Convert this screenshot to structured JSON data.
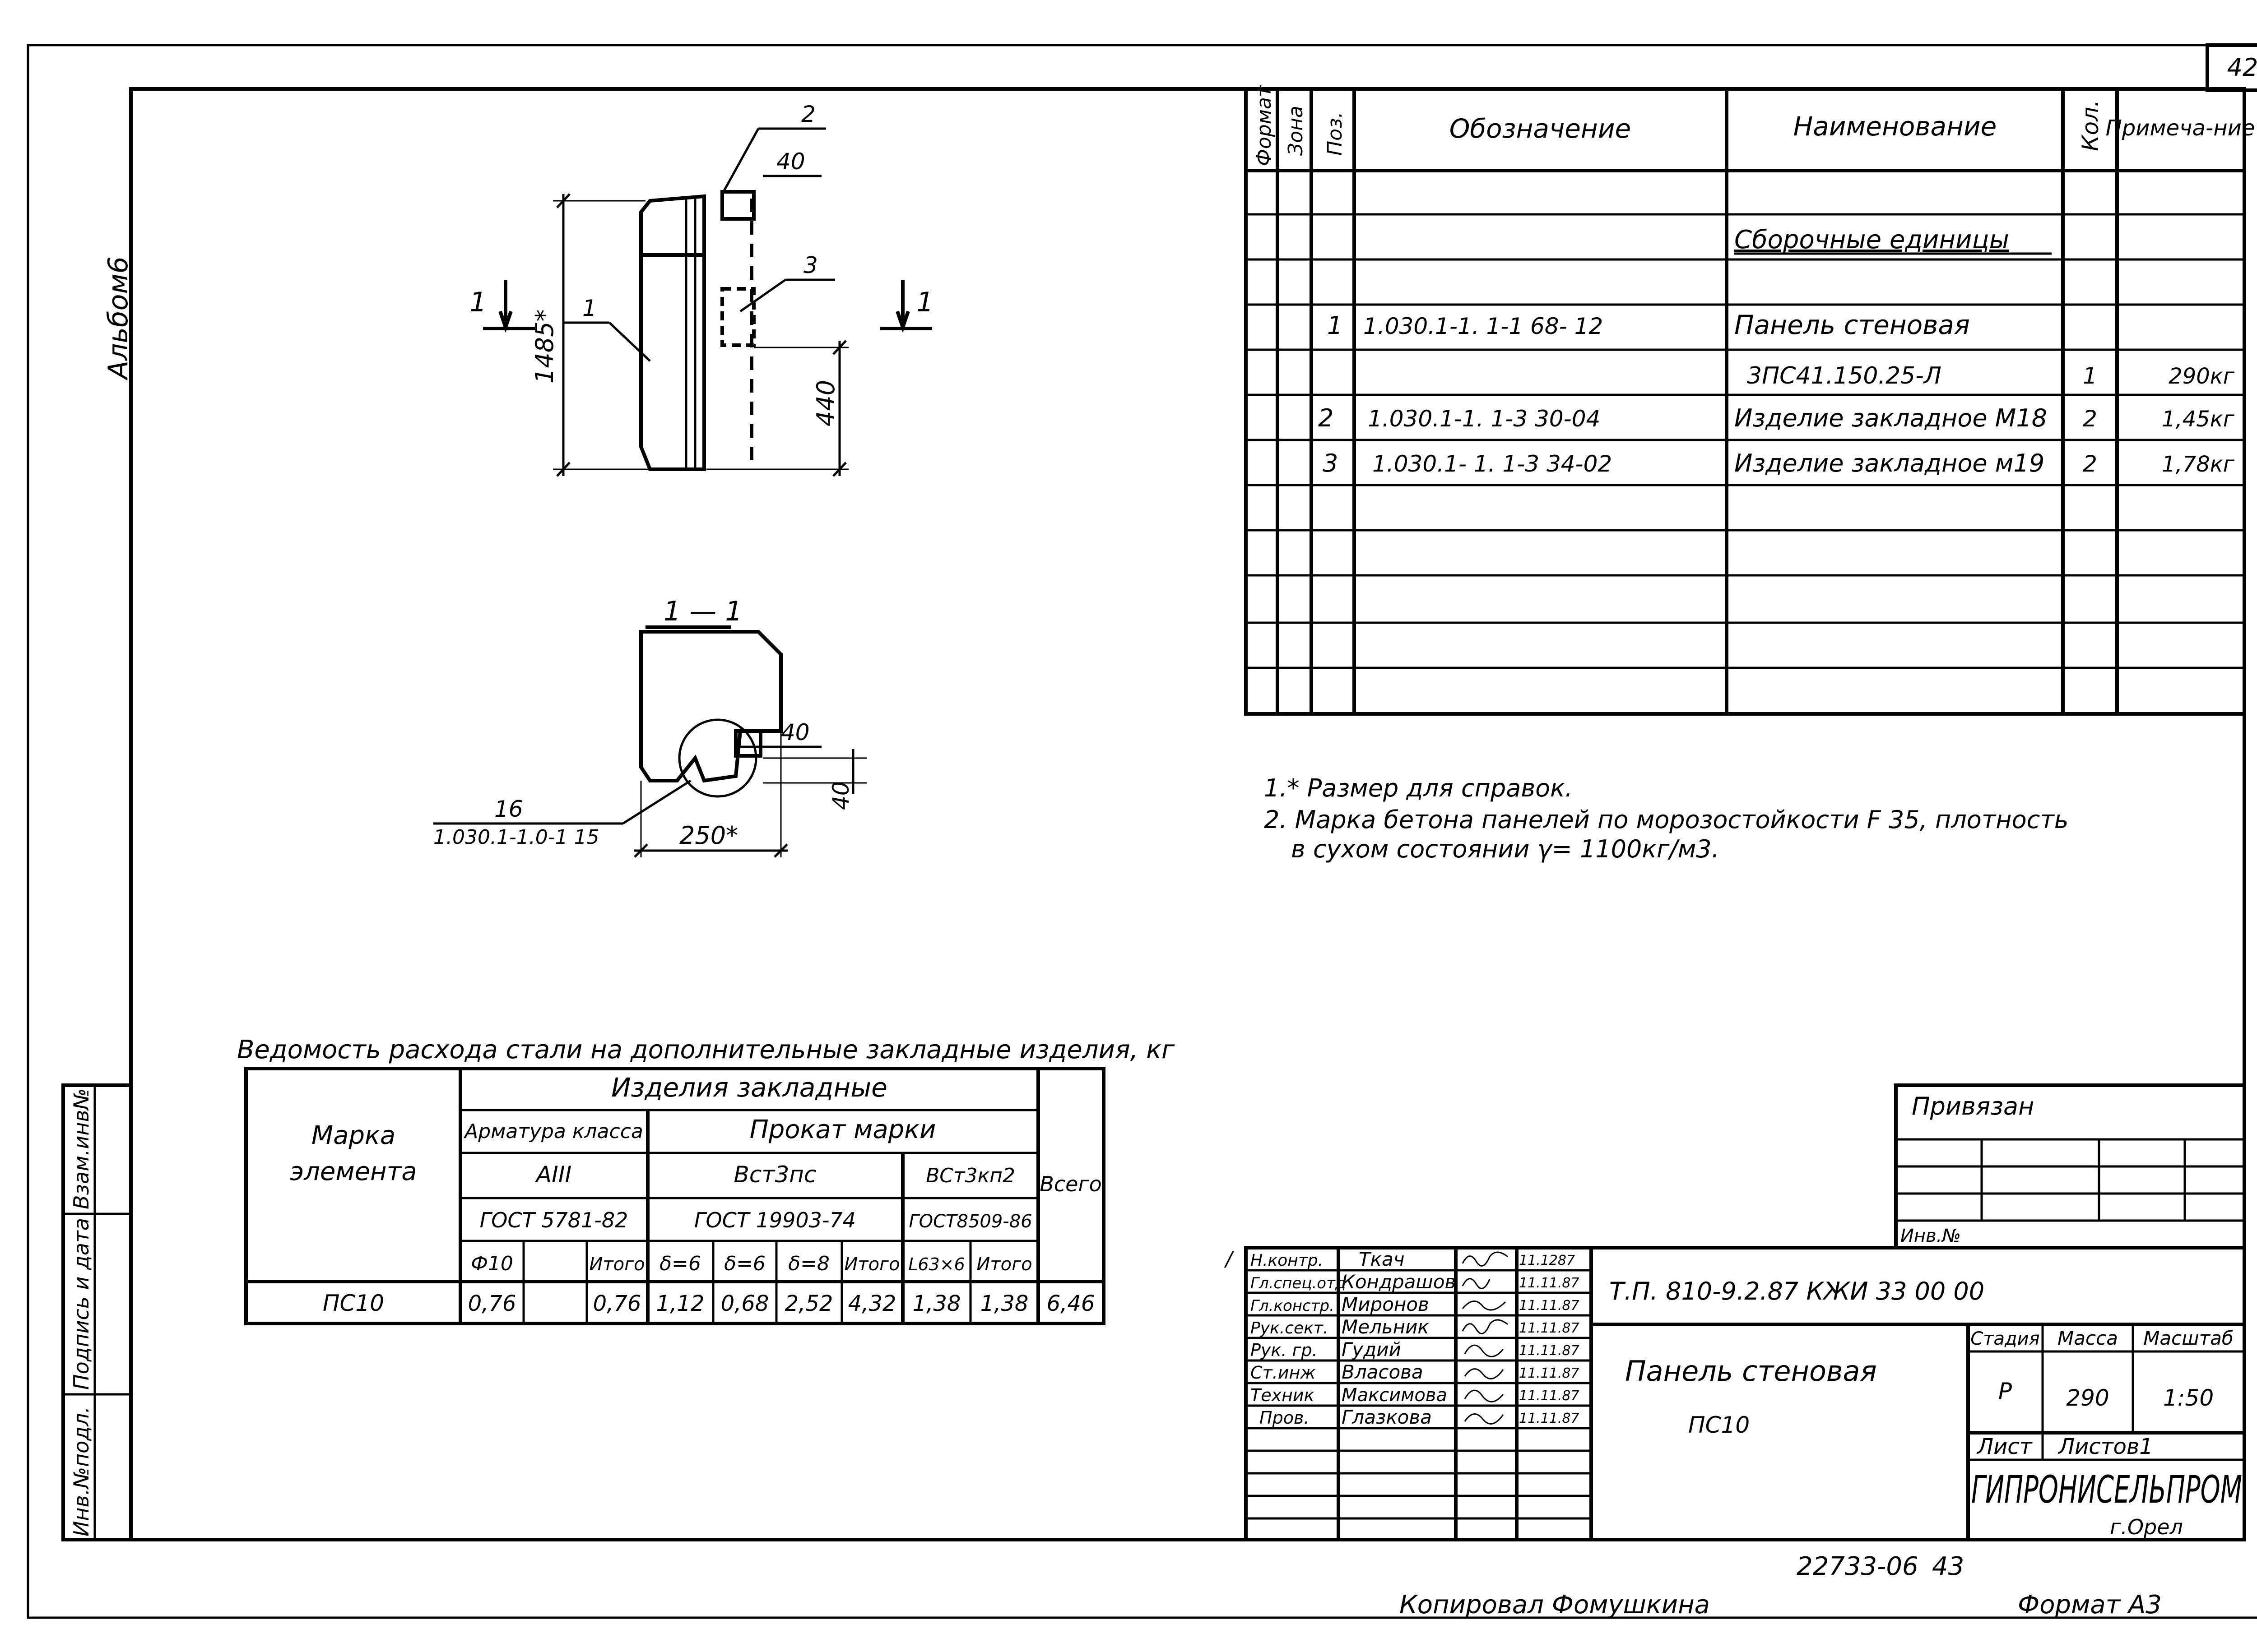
{
  "sheet_number_top": "42",
  "album_label": "Альбом6",
  "left_stamp": [
    "Взам.инв№",
    "Подпись и дата",
    "Инв.№подл."
  ],
  "drawing": {
    "view_top": {
      "section_mark": "1",
      "callouts": [
        "2",
        "40",
        "3",
        "1"
      ],
      "dim_height": "1485*",
      "dim_lower": "440"
    },
    "section_1_1": {
      "title": "1 — 1",
      "dim_40_h": "40",
      "dim_40_v": "40",
      "dim_width": "250*",
      "ref_num": "16",
      "ref_doc": "1.030.1-1.0-1 15"
    }
  },
  "spec": {
    "headers": {
      "format": "Формат",
      "zone": "Зона",
      "pos": "Поз.",
      "designation": "Обозначение",
      "name": "Наименование",
      "qty": "Кол.",
      "note": "Примеча-ние"
    },
    "section_title": "Сборочные единицы",
    "rows": [
      {
        "pos": "1",
        "designation": "1.030.1-1. 1-1   68- 12",
        "name": "Панель стеновая",
        "qty": "",
        "note": ""
      },
      {
        "pos": "",
        "designation": "",
        "name": "3ПС41.150.25-Л",
        "qty": "1",
        "note": "290кг"
      },
      {
        "pos": "2",
        "designation": "1.030.1-1. 1-3   30-04",
        "name": "Изделие закладное М18",
        "qty": "2",
        "note": "1,45кг"
      },
      {
        "pos": "3",
        "designation": "1.030.1- 1. 1-3   34-02",
        "name": "Изделие закладное м19",
        "qty": "2",
        "note": "1,78кг"
      }
    ]
  },
  "notes": [
    "1.* Размер для справок.",
    "2. Марка бетона панелей по морозостойкости F 35, плотность",
    "в сухом состоянии γ= 1100кг/м3."
  ],
  "steel": {
    "title": "Ведомость расхода стали на дополнительные закладные изделия, кг",
    "mark_header": "Марка элемента",
    "group_header": "Изделия закладные",
    "arm_class": "Арматура класса",
    "rolled": "Прокат марки",
    "total": "Всего",
    "aiii": "АIII",
    "vst3ps": "Вст3пс",
    "vst3kp2": "ВСт3кп2",
    "gost1": "ГОСТ 5781-82",
    "gost2": "ГОСТ 19903-74",
    "gost3": "ГОСТ8509-86",
    "subheads": [
      "Ф10",
      "",
      "Итого",
      "δ=6",
      "δ=6",
      "δ=8",
      "Итого",
      "L63×6",
      "Итого"
    ],
    "row": {
      "mark": "ПС10",
      "values": [
        "0,76",
        "",
        "0,76",
        "1,12",
        "0,68",
        "2,52",
        "4,32",
        "1,38",
        "1,38",
        "6,46"
      ]
    }
  },
  "title_block": {
    "privyazan": "Привязан",
    "inv": "Инв.№",
    "code": "Т.П. 810-9.2.87   КЖИ 33 00 00",
    "title": "Панель стеновая",
    "subtitle": "ПС10",
    "stage_label": "Стадия",
    "mass_label": "Масса",
    "scale_label": "Масштаб",
    "stage": "Р",
    "mass": "290",
    "scale": "1:50",
    "sheet_label": "Лист",
    "sheets_label": "Листов1",
    "org": "ГИПРОНИСЕЛЬПРОМ",
    "city": "г.Орел",
    "people": [
      {
        "role": "Н.контр.",
        "name": "Ткач",
        "date": "11.1287"
      },
      {
        "role": "Гл.спец.отд",
        "name": "Кондрашов",
        "date": "11.11.87"
      },
      {
        "role": "Гл.констр.",
        "name": "Миронов",
        "date": "11.11.87"
      },
      {
        "role": "Рук.сект.",
        "name": "Мельник",
        "date": "11.11.87"
      },
      {
        "role": "Рук. гр.",
        "name": "Гудий",
        "date": "11.11.87"
      },
      {
        "role": "Ст.инж",
        "name": "Власова",
        "date": "11.11.87"
      },
      {
        "role": "Техник",
        "name": "Максимова",
        "date": "11.11.87"
      },
      {
        "role": "Пров.",
        "name": "Глазкова",
        "date": "11.11.87"
      }
    ],
    "first_row_mark": "/"
  },
  "footer": {
    "archive": "22733-06",
    "sheet": "43",
    "copied": "Копировал Фомушкина",
    "format": "Формат А3"
  }
}
